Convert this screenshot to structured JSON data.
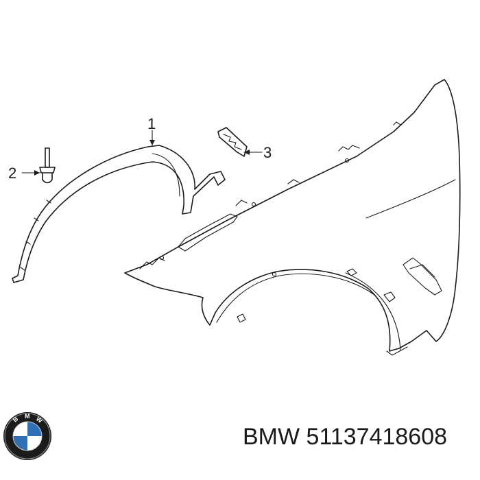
{
  "callouts": [
    {
      "id": "1",
      "label": "1"
    },
    {
      "id": "2",
      "label": "2"
    },
    {
      "id": "3",
      "label": "3"
    }
  ],
  "caption": {
    "brand": "BMW",
    "part_number": "51137418608"
  },
  "logo": {
    "name": "bmw-roundel",
    "colors": {
      "ring": "#1b1b1b",
      "blue": "#2f6fb5",
      "white": "#ffffff"
    }
  }
}
